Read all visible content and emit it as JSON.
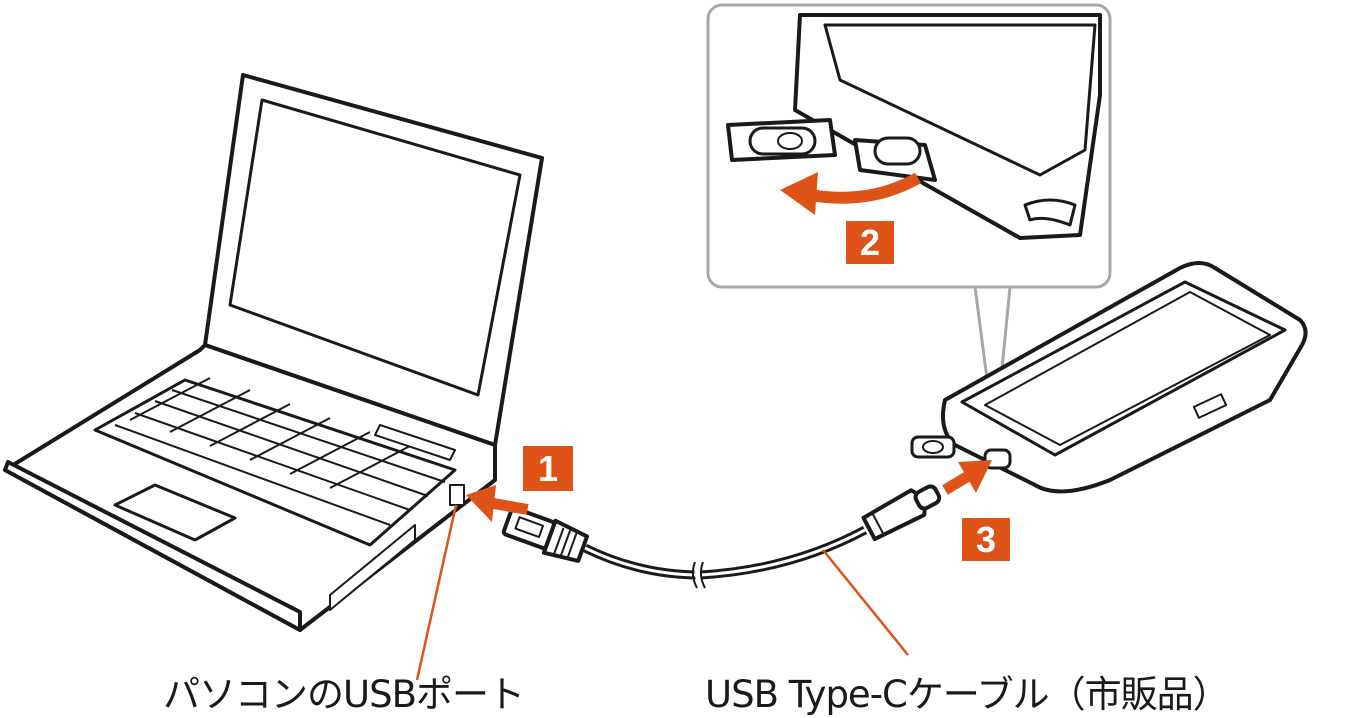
{
  "labels": {
    "pc_usb_port": "パソコンのUSBポート",
    "cable": "USB Type-Cケーブル（市販品）"
  },
  "steps": [
    "1",
    "2",
    "3"
  ],
  "colors": {
    "accent": "#de5418",
    "line": "#1a1a1a",
    "callout": "#a8a8a8"
  }
}
